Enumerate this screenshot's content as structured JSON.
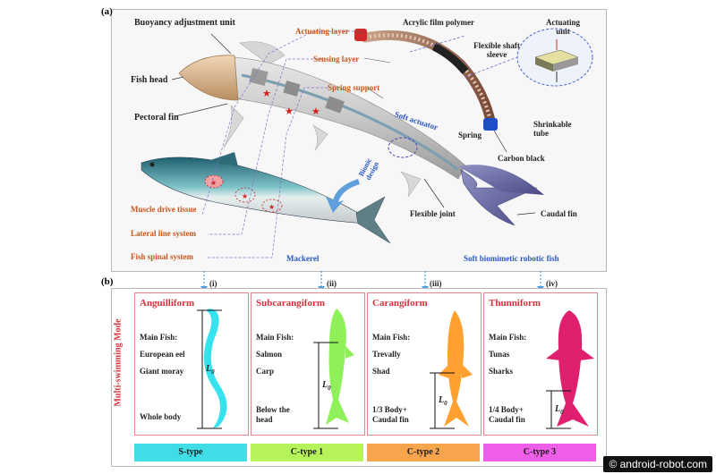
{
  "panel_a": {
    "label": "(a)",
    "fish_labels": {
      "buoyancy": "Buoyancy adjustment unit",
      "fish_head": "Fish head",
      "pectoral_fin": "Pectoral fin",
      "flexible_joint": "Flexible joint",
      "caudal_fin": "Caudal fin",
      "soft_actuator": "Soft actuator",
      "bionic_design": "Bionic design"
    },
    "layer_labels": {
      "actuating_layer": "Actuating layer",
      "sensing_layer": "Sensing layer",
      "spring_support": "Spring support"
    },
    "actuator_labels": {
      "acrylic": "Acrylic film polymer",
      "shaft_sleeve": "Flexible shaft sleeve",
      "actuating_unit": "Actuating unit",
      "spring": "Spring",
      "shrinkable_tube": "Shrinkable tube",
      "carbon_black": "Carbon black"
    },
    "bio_labels": {
      "muscle": "Muscle drive tissue",
      "lateral": "Lateral line system",
      "spinal": "Fish spinal system",
      "mackerel": "Mackerel",
      "robot": "Soft biomimetic robotic fish"
    }
  },
  "panel_b": {
    "label": "(b)",
    "side_title": "Multi-swimming Mode",
    "modes": [
      {
        "roman": "(i)",
        "title": "Anguilliform",
        "main": "Main Fish:",
        "fish": [
          "European eel",
          "Giant moray"
        ],
        "region": "Whole body",
        "tag": "S-type",
        "tag_color": "#40dde6",
        "fish_color": "#36e2ee"
      },
      {
        "roman": "(ii)",
        "title": "Subcarangiform",
        "main": "Main Fish:",
        "fish": [
          "Salmon",
          "Carp"
        ],
        "region": "Below the head",
        "tag": "C-type 1",
        "tag_color": "#b6f25a",
        "fish_color": "#8ff05a"
      },
      {
        "roman": "(iii)",
        "title": "Carangiform",
        "main": "Main Fish:",
        "fish": [
          "Trevally",
          "Shad"
        ],
        "region": "1/3 Body+ Caudal fin",
        "tag": "C-type 2",
        "tag_color": "#f7a54c",
        "fish_color": "#ffa030"
      },
      {
        "roman": "(iv)",
        "title": "Thunniform",
        "main": "Main Fish:",
        "fish": [
          "Tunas",
          "Sharks"
        ],
        "region": "1/4 Body+ Caudal fin",
        "tag": "C-type 3",
        "tag_color": "#ee5ee8",
        "fish_color": "#e0206e"
      }
    ],
    "length_symbol": "L",
    "length_sub": "0"
  },
  "watermark": "© android-robot.com"
}
